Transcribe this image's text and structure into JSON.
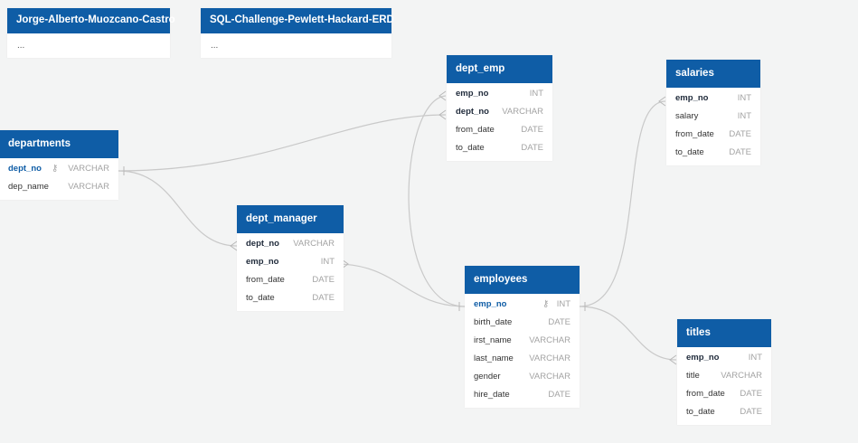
{
  "notes": {
    "author": {
      "title": "Jorge-Alberto-Muozcano-Castro",
      "body": "..."
    },
    "project": {
      "title": "SQL-Challenge-Pewlett-Hackard-ERD",
      "body": "..."
    }
  },
  "tables": {
    "departments": {
      "title": "departments",
      "fields": [
        {
          "name": "dept_no",
          "type": "VARCHAR"
        },
        {
          "name": "dep_name",
          "type": "VARCHAR"
        }
      ]
    },
    "dept_manager": {
      "title": "dept_manager",
      "fields": [
        {
          "name": "dept_no",
          "type": "VARCHAR"
        },
        {
          "name": "emp_no",
          "type": "INT"
        },
        {
          "name": "from_date",
          "type": "DATE"
        },
        {
          "name": "to_date",
          "type": "DATE"
        }
      ]
    },
    "dept_emp": {
      "title": "dept_emp",
      "fields": [
        {
          "name": "emp_no",
          "type": "INT"
        },
        {
          "name": "dept_no",
          "type": "VARCHAR"
        },
        {
          "name": "from_date",
          "type": "DATE"
        },
        {
          "name": "to_date",
          "type": "DATE"
        }
      ]
    },
    "employees": {
      "title": "employees",
      "fields": [
        {
          "name": "emp_no",
          "type": "INT"
        },
        {
          "name": "birth_date",
          "type": "DATE"
        },
        {
          "name": "irst_name",
          "type": "VARCHAR"
        },
        {
          "name": "last_name",
          "type": "VARCHAR"
        },
        {
          "name": "gender",
          "type": "VARCHAR"
        },
        {
          "name": "hire_date",
          "type": "DATE"
        }
      ]
    },
    "salaries": {
      "title": "salaries",
      "fields": [
        {
          "name": "emp_no",
          "type": "INT"
        },
        {
          "name": "salary",
          "type": "INT"
        },
        {
          "name": "from_date",
          "type": "DATE"
        },
        {
          "name": "to_date",
          "type": "DATE"
        }
      ]
    },
    "titles": {
      "title": "titles",
      "fields": [
        {
          "name": "emp_no",
          "type": "INT"
        },
        {
          "name": "title",
          "type": "VARCHAR"
        },
        {
          "name": "from_date",
          "type": "DATE"
        },
        {
          "name": "to_date",
          "type": "DATE"
        }
      ]
    }
  }
}
